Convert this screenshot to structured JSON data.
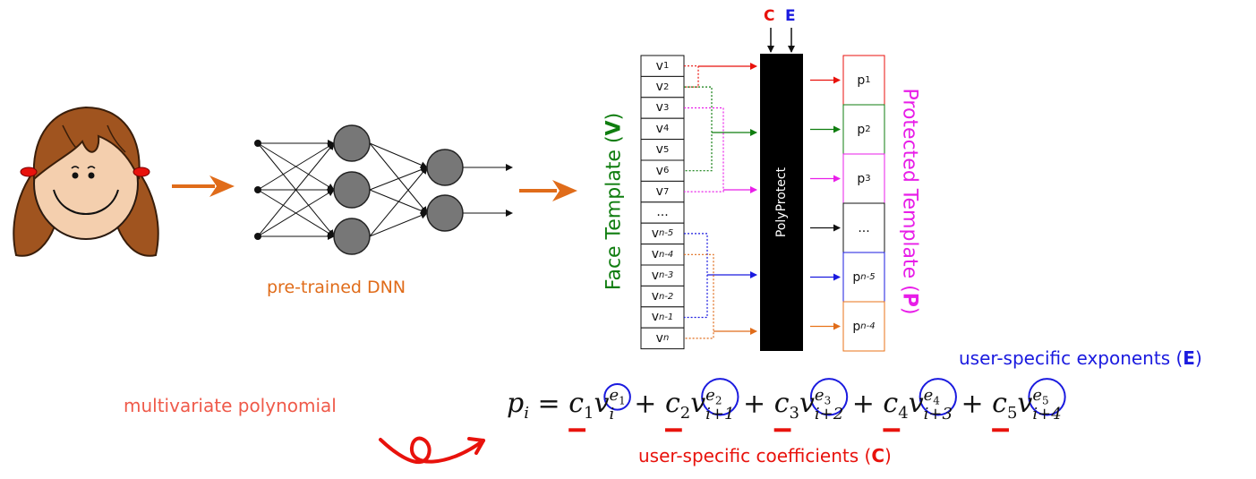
{
  "pipeline": {
    "dnn_label": "pre-trained DNN",
    "face_template_label": "Face Template (",
    "face_template_symbol": "V",
    "face_template_close": ")",
    "polyprotect_label": "PolyProtect",
    "protected_template_label": "Protected Template (",
    "protected_template_symbol": "P",
    "protected_template_close": ")",
    "inputs": [
      {
        "label": "C",
        "color": "#e8120c"
      },
      {
        "label": "E",
        "color": "#1a1adf"
      }
    ]
  },
  "face_template": {
    "cells": [
      {
        "base": "v",
        "sub": "1",
        "italic_sub": false
      },
      {
        "base": "v",
        "sub": "2",
        "italic_sub": false
      },
      {
        "base": "v",
        "sub": "3",
        "italic_sub": false
      },
      {
        "base": "v",
        "sub": "4",
        "italic_sub": false
      },
      {
        "base": "v",
        "sub": "5",
        "italic_sub": false
      },
      {
        "base": "v",
        "sub": "6",
        "italic_sub": false
      },
      {
        "base": "v",
        "sub": "7",
        "italic_sub": false
      },
      {
        "base": "...",
        "sub": "",
        "italic_sub": false
      },
      {
        "base": "v",
        "sub": "n-5",
        "italic_sub": true
      },
      {
        "base": "v",
        "sub": "n-4",
        "italic_sub": true
      },
      {
        "base": "v",
        "sub": "n-3",
        "italic_sub": true
      },
      {
        "base": "v",
        "sub": "n-2",
        "italic_sub": true
      },
      {
        "base": "v",
        "sub": "n-1",
        "italic_sub": true
      },
      {
        "base": "v",
        "sub": "n",
        "italic_sub": true
      }
    ]
  },
  "protected_template": {
    "cells": [
      {
        "base": "p",
        "sub": "1",
        "italic_sub": false,
        "color": "#e8120c"
      },
      {
        "base": "p",
        "sub": "2",
        "italic_sub": false,
        "color": "#0f7d0f"
      },
      {
        "base": "p",
        "sub": "3",
        "italic_sub": false,
        "color": "#e81ee8"
      },
      {
        "base": "...",
        "sub": "",
        "italic_sub": false,
        "color": "#111111"
      },
      {
        "base": "p",
        "sub": "n-5",
        "italic_sub": true,
        "color": "#1a1adf"
      },
      {
        "base": "p",
        "sub": "n-4",
        "italic_sub": true,
        "color": "#e8731a"
      }
    ]
  },
  "annotations": {
    "exponents": "user-specific exponents (",
    "exponents_symbol": "E",
    "exponents_close": ")",
    "coefficients": "user-specific coefficients (",
    "coefficients_symbol": "C",
    "coefficients_close": ")",
    "polynomial": "multivariate polynomial"
  },
  "formula": {
    "lhs": "p",
    "lhs_sub": "i",
    "terms": [
      {
        "coef": "c",
        "coef_sub": "1",
        "var_sub": "i",
        "exp": "e",
        "exp_sub": "1"
      },
      {
        "coef": "c",
        "coef_sub": "2",
        "var_sub": "i+1",
        "exp": "e",
        "exp_sub": "2"
      },
      {
        "coef": "c",
        "coef_sub": "3",
        "var_sub": "i+2",
        "exp": "e",
        "exp_sub": "3"
      },
      {
        "coef": "c",
        "coef_sub": "4",
        "var_sub": "i+3",
        "exp": "e",
        "exp_sub": "4"
      },
      {
        "coef": "c",
        "coef_sub": "5",
        "var_sub": "i+4",
        "exp": "e",
        "exp_sub": "5"
      }
    ]
  },
  "colors": {
    "orange": "#e06c1a",
    "green": "#0f7d0f",
    "magenta": "#e81ee8",
    "red": "#e8120c",
    "blue": "#1a1adf",
    "salmon": "#ef5a4a"
  }
}
